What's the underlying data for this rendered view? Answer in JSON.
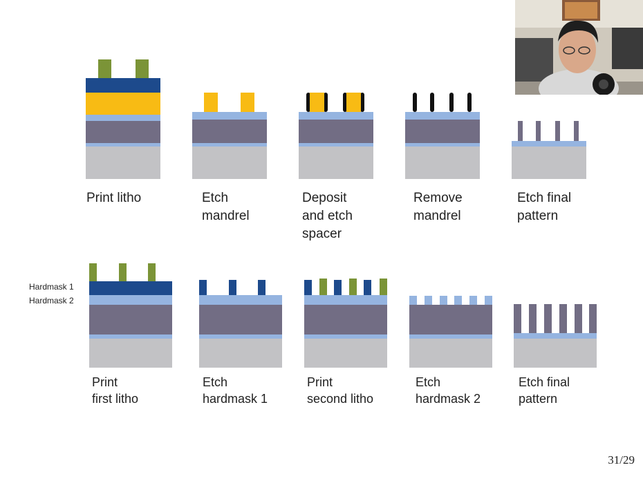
{
  "colors": {
    "substrate": "#c2c2c5",
    "thin_light_blue": "#95b4e0",
    "stack_gray": "#726d84",
    "mandrel_yellow": "#f8bb14",
    "hardmask_dark_blue": "#1d4a8c",
    "resist_green": "#7b9437",
    "spacer_black": "#111111",
    "final_lines": "#726d84"
  },
  "top_row": {
    "steps": [
      {
        "label": "Print litho"
      },
      {
        "label": "Etch\nmandrel"
      },
      {
        "label": "Deposit\nand etch\nspacer"
      },
      {
        "label": "Remove\nmandrel"
      },
      {
        "label": "Etch final\npattern"
      }
    ]
  },
  "bottom_row": {
    "layer_labels": [
      "Hardmask 1",
      "Hardmask 2"
    ],
    "steps": [
      {
        "label": "Print\nfirst litho"
      },
      {
        "label": "Etch\nhardmask 1"
      },
      {
        "label": "Print\nsecond litho"
      },
      {
        "label": "Etch\nhardmask 2"
      },
      {
        "label": "Etch final\npattern"
      }
    ]
  },
  "page_number": "31/29",
  "webcam": {
    "icon": "presenter-webcam-icon"
  }
}
